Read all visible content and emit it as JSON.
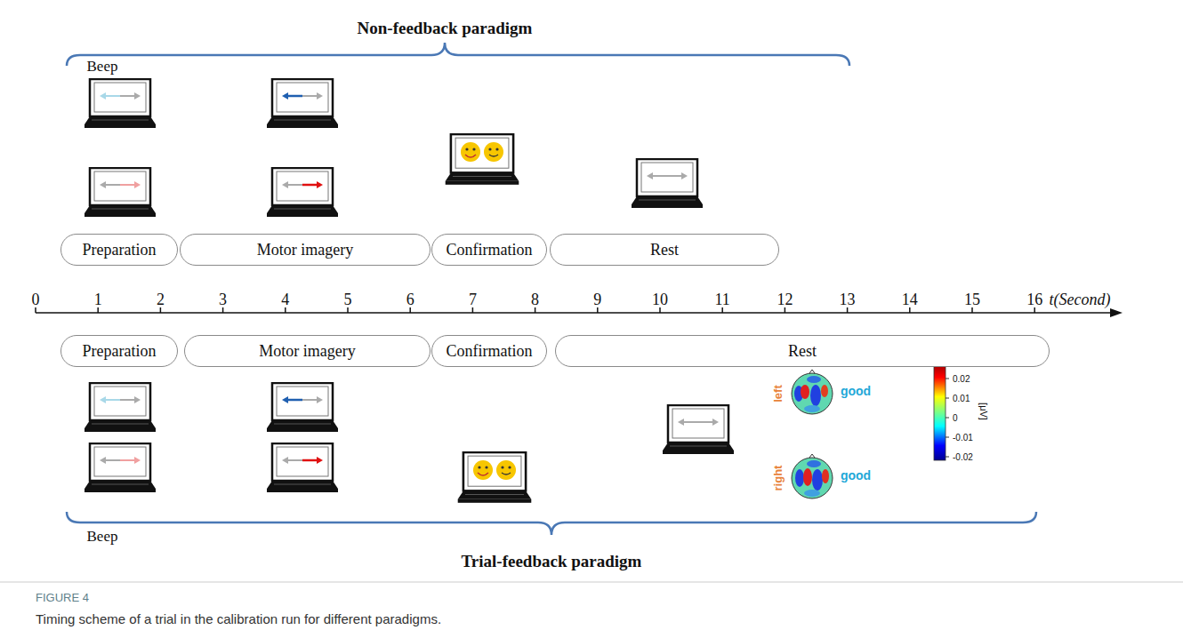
{
  "diagram": {
    "caption": "Timing scheme of a trial in the calibration run for different paradigms.",
    "nodes": [
      {
        "text": [
          "Preparation"
        ]
      },
      {
        "text": [
          "Motor imagery"
        ]
      },
      {
        "text": [
          "Confirmation"
        ]
      },
      {
        "text": [
          "Rest"
        ]
      },
      {
        "text": [
          "Preparation"
        ]
      },
      {
        "text": [
          "Motor imagery"
        ]
      },
      {
        "text": [
          "Confirmation"
        ]
      },
      {
        "text": [
          "Rest"
        ]
      }
    ],
    "labels": [
      "Non-feedback paradigm",
      "Beep",
      "0",
      "1",
      "2",
      "3",
      "4",
      "5",
      "6",
      "7",
      "8",
      "9",
      "10",
      "11",
      "12",
      "13",
      "14",
      "15",
      "16",
      "t(Second)",
      "Beep",
      "left",
      "good",
      "right",
      "good",
      "0.02",
      "0.01",
      "0",
      "-0.01",
      "-0.02",
      "[μV]",
      "Trial-feedback paradigm",
      "FIGURE 4"
    ]
  }
}
